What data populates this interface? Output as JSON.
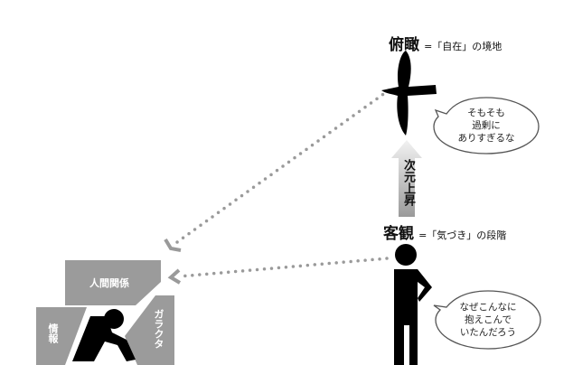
{
  "top": {
    "title": "俯瞰",
    "subtitle": "=「自在」の境地",
    "bubble": [
      "そもそも",
      "過剰に",
      "ありすぎるな"
    ]
  },
  "bottom": {
    "title": "客観",
    "subtitle": "=「気づき」の段階",
    "bubble": [
      "なぜこんなに",
      "抱えこんで",
      "いたんだろう"
    ]
  },
  "arrow_label": "次元上昇",
  "boxes": {
    "relations": "人間関係",
    "info": "情報",
    "junk": "ガラクタ"
  },
  "colors": {
    "box": "#9b9b9b",
    "dots": "#9a9a9a",
    "figure": "#000000"
  }
}
